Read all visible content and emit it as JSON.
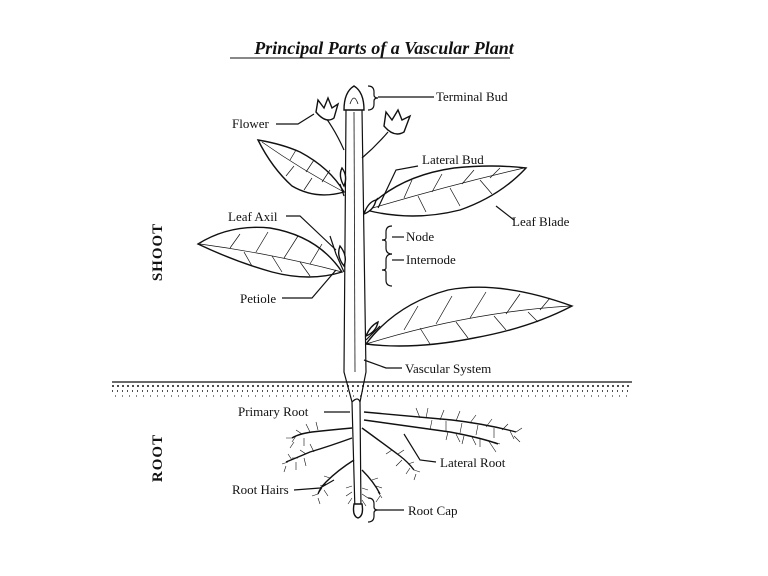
{
  "title": "Principal Parts of a Vascular Plant",
  "sections": {
    "shoot": "SHOOT",
    "root": "ROOT"
  },
  "labels": {
    "terminal_bud": "Terminal Bud",
    "flower": "Flower",
    "lateral_bud": "Lateral Bud",
    "leaf_axil": "Leaf Axil",
    "leaf_blade": "Leaf Blade",
    "node": "Node",
    "internode": "Internode",
    "petiole": "Petiole",
    "vascular_system": "Vascular System",
    "primary_root": "Primary Root",
    "lateral_root": "Lateral Root",
    "root_hairs": "Root Hairs",
    "root_cap": "Root Cap"
  }
}
